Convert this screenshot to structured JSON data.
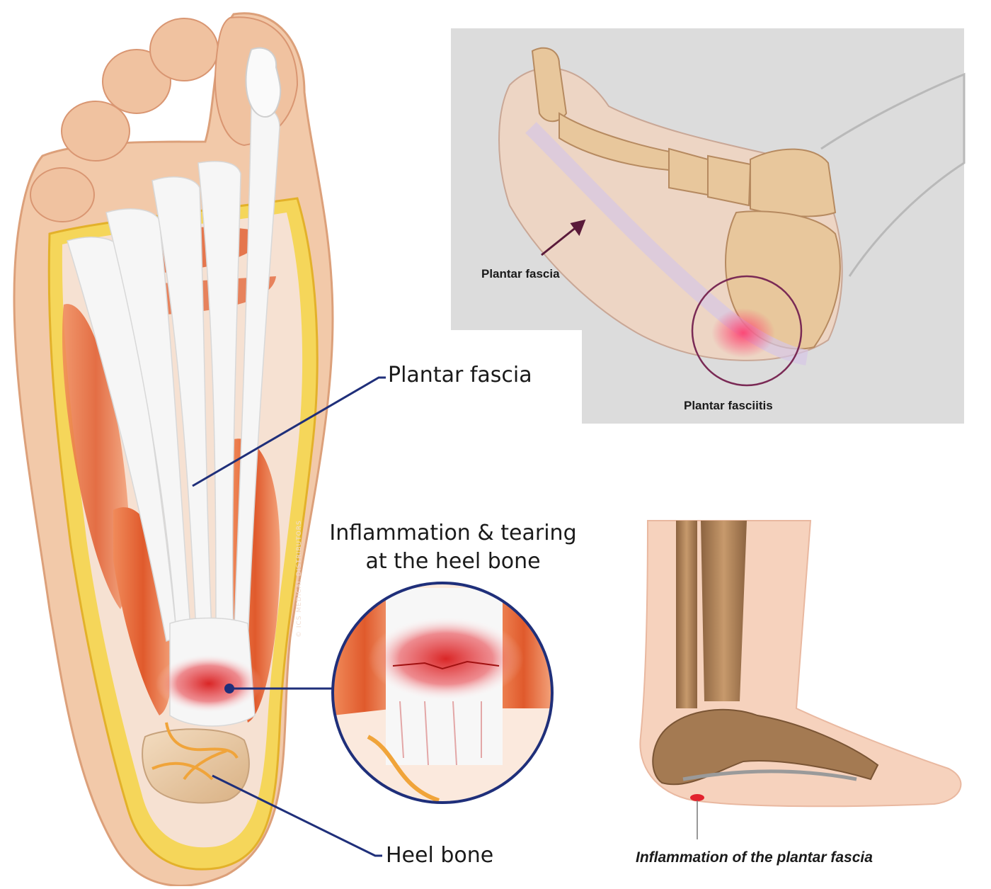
{
  "labels": {
    "plantar_fascia_main": "Plantar fascia",
    "inflammation_tearing_line1": "Inflammation & tearing",
    "inflammation_tearing_line2": "at the heel bone",
    "heel_bone": "Heel bone",
    "plantar_fascia_inset": "Plantar fascia",
    "plantar_fasciitis_inset": "Plantar fasciitis",
    "inflammation_caption": "Inflammation of the plantar fascia"
  },
  "watermark": "© ICS MEDICAL DISTRIBUTORS",
  "colors": {
    "skin": "#f0c8a8",
    "skin_edge": "#d99a72",
    "fat_yellow": "#f2c94a",
    "muscle": "#e8673a",
    "fascia": "#f4f4f4",
    "inflammation": "#d81b1b",
    "leader_line": "#1f2f7a",
    "inset_bg": "#dcdcdc",
    "bone": "#b98a5e"
  }
}
